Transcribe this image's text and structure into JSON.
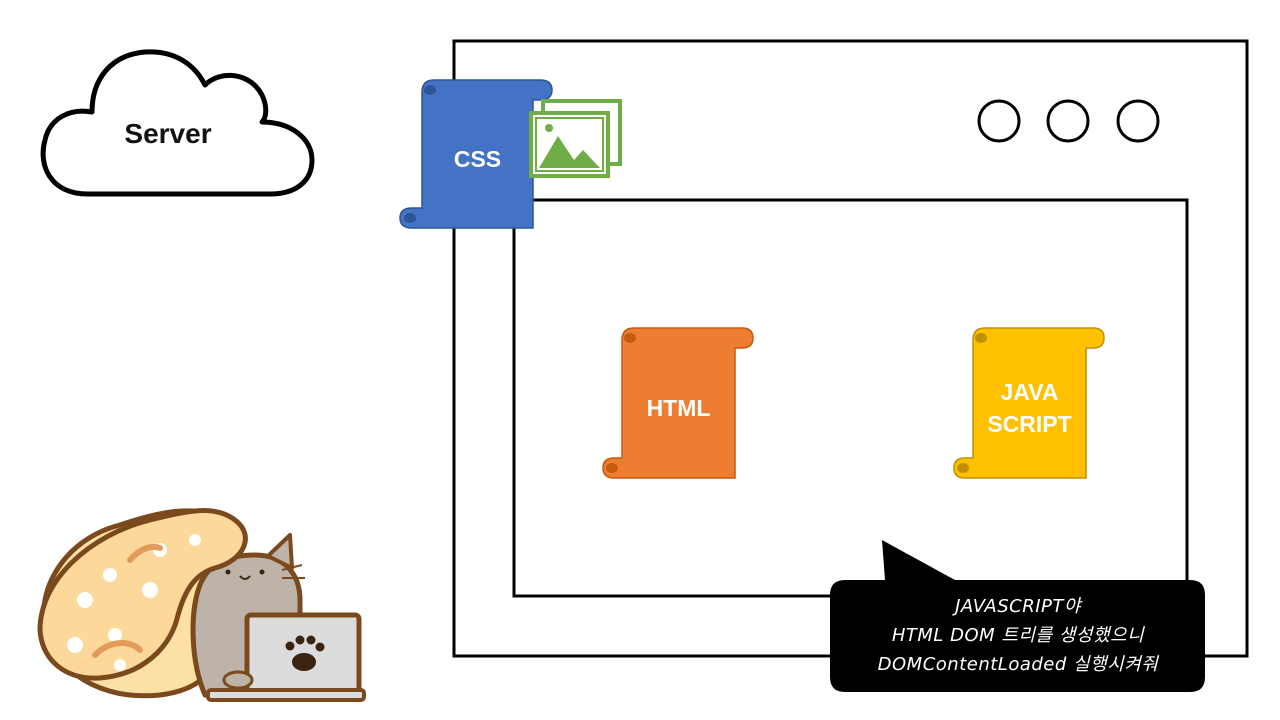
{
  "server": {
    "label": "Server"
  },
  "files": {
    "css": "CSS",
    "html": "HTML",
    "js_line1": "JAVA",
    "js_line2": "SCRIPT"
  },
  "speech": {
    "line1": "JAVASCRIPT야",
    "line2": "HTML DOM 트리를 생성했으니",
    "line3": "DOMContentLoaded 실행시켜줘"
  },
  "colors": {
    "css": "#4472C4",
    "html": "#ED7D31",
    "javascript": "#FFC000",
    "image_icon": "#70AD47",
    "bubble": "#000000"
  }
}
